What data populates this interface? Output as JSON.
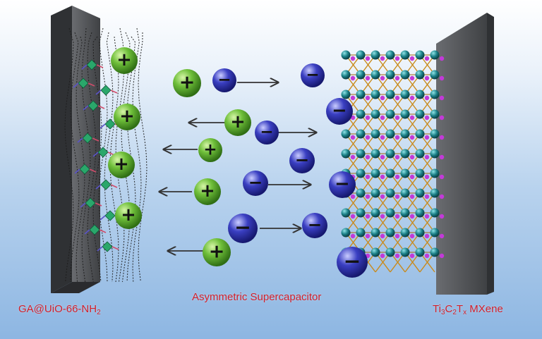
{
  "labels": {
    "left_electrode": {
      "main": "GA@UiO-66-NH",
      "sub": "2"
    },
    "center": "Asymmetric Supercapacitor",
    "right_electrode": {
      "t1": "Ti",
      "s1": "3",
      "t2": "C",
      "s2": "2",
      "t3": "T",
      "s3": "x",
      "t4": " MXene"
    }
  },
  "ion_signs": {
    "cation": "+",
    "anion": "−"
  },
  "colors": {
    "caption_red": "#d21f2a",
    "electrode_plate": "#505256",
    "cation_green": "#6fbf3a",
    "anion_blue": "#3a3fc2",
    "mxene_teal": "#1a7f86",
    "mxene_magenta": "#c23ad8",
    "mxene_bond": "#c98a1c",
    "mof_green": "#2aa76b",
    "graphene_black": "#1c1c1c",
    "arrow": "#333333"
  }
}
